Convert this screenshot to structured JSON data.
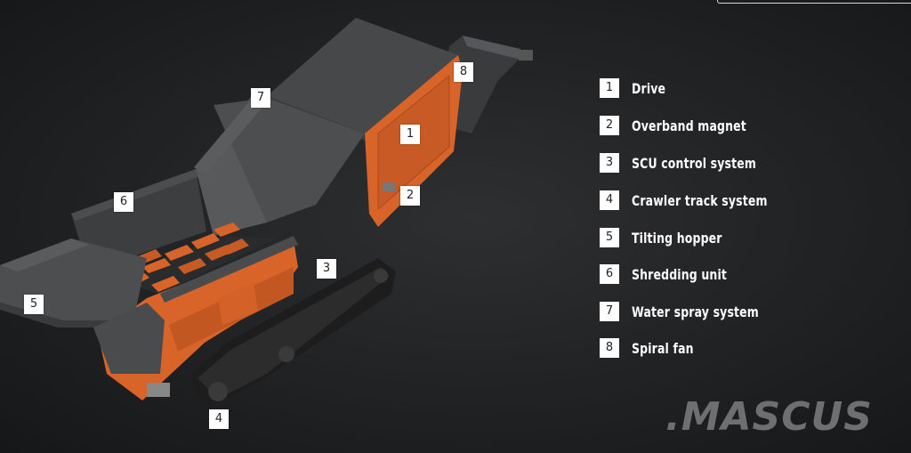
{
  "callouts": {
    "c1": "1",
    "c2": "2",
    "c3": "3",
    "c4": "4",
    "c5": "5",
    "c6": "6",
    "c7": "7",
    "c8": "8"
  },
  "legend": [
    {
      "number": "1",
      "label": "Drive"
    },
    {
      "number": "2",
      "label": "Overband magnet"
    },
    {
      "number": "3",
      "label": "SCU control system"
    },
    {
      "number": "4",
      "label": "Crawler track system"
    },
    {
      "number": "5",
      "label": "Tilting hopper"
    },
    {
      "number": "6",
      "label": "Shredding unit"
    },
    {
      "number": "7",
      "label": "Water spray system"
    },
    {
      "number": "8",
      "label": "Spiral fan"
    }
  ],
  "watermark": ".MASCUS",
  "colors": {
    "machine_orange": "#e06a2a",
    "machine_grey": "#4a4b4d",
    "background": "#232426"
  }
}
